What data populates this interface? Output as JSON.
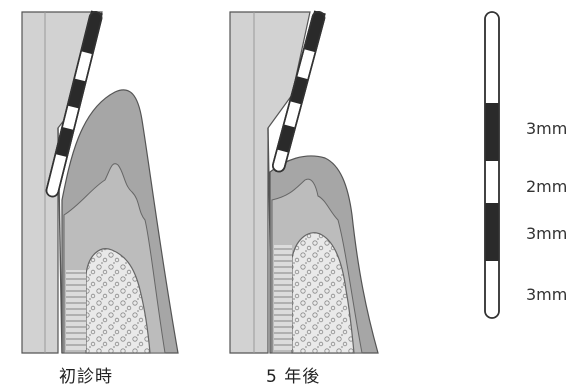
{
  "captions": {
    "before": "初診時",
    "after": "5 年後"
  },
  "probe_scale": {
    "segments": [
      {
        "label": "3mm"
      },
      {
        "label": "2mm"
      },
      {
        "label": "3mm"
      },
      {
        "label": "3mm"
      }
    ]
  },
  "colors": {
    "tooth": "#cfcfcf",
    "tooth_outline": "#555555",
    "gingiva": "#a8a8a8",
    "gingiva_inner": "#bdbdbd",
    "bone": "#ececec",
    "probe_dark": "#2a2a2a",
    "background": "#ffffff"
  }
}
